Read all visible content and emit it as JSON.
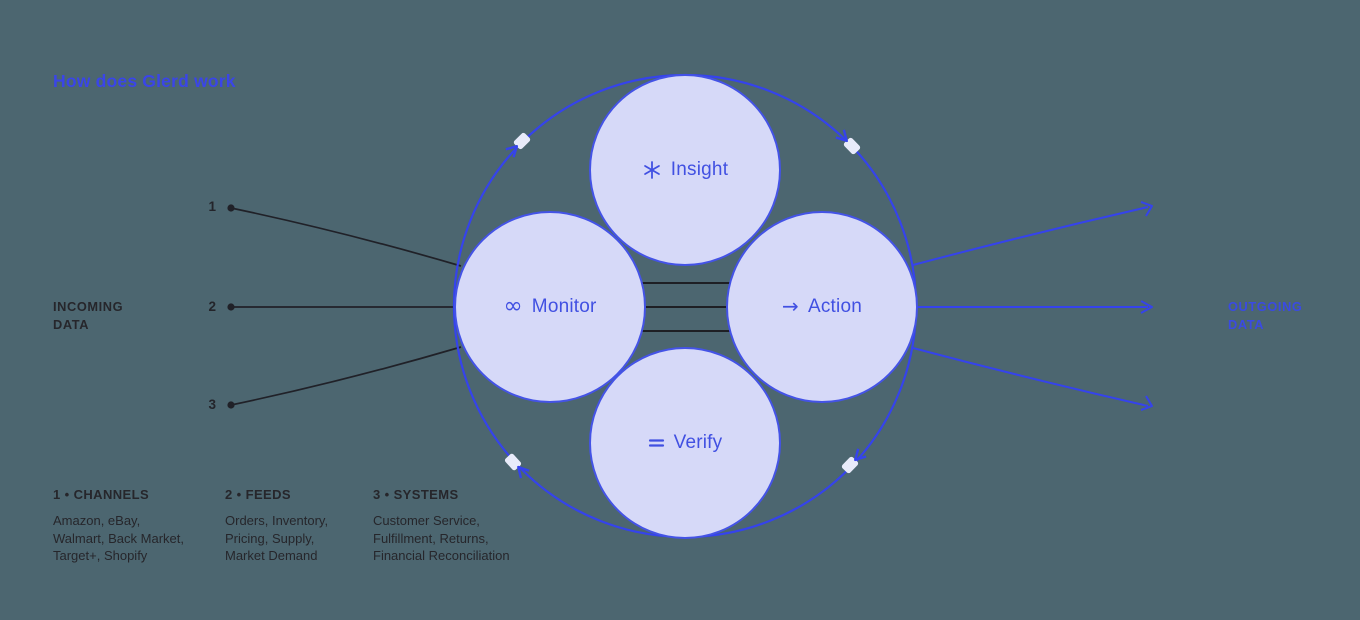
{
  "title": "How does Glerd work",
  "colors": {
    "background": "#4c6670",
    "accent_blue": "#3a45e8",
    "node_fill": "#d6d9f8",
    "node_stroke": "#4453e6",
    "node_text": "#4150e2",
    "dark_line": "#202128",
    "dark_text": "#26262b",
    "marker_fill": "#e8ebfa"
  },
  "incoming": {
    "label_line1": "INCOMING",
    "label_line2": "DATA",
    "sources": [
      {
        "num": "1"
      },
      {
        "num": "2"
      },
      {
        "num": "3"
      }
    ]
  },
  "outgoing": {
    "label_line1": "OUTGOING",
    "label_line2": "DATA"
  },
  "cycle": {
    "direction": "clockwise",
    "nodes": [
      {
        "label": "Insight",
        "icon": "asterisk-icon",
        "position": "top"
      },
      {
        "label": "Monitor",
        "icon": "infinity-icon",
        "glyph": "∞",
        "position": "left"
      },
      {
        "label": "Action",
        "icon": "arrow-right-icon",
        "glyph": "→",
        "position": "right"
      },
      {
        "label": "Verify",
        "icon": "equals-icon",
        "position": "bottom"
      }
    ]
  },
  "legend": {
    "columns": [
      {
        "header": "1 • CHANNELS",
        "lines": [
          "Amazon, eBay,",
          "Walmart, Back Market,",
          "Target+, Shopify"
        ]
      },
      {
        "header": "2 • FEEDS",
        "lines": [
          "Orders, Inventory,",
          "Pricing, Supply,",
          "Market Demand"
        ]
      },
      {
        "header": "3 • SYSTEMS",
        "lines": [
          "Customer Service,",
          "Fulfillment, Returns,",
          "Financial Reconciliation"
        ]
      }
    ]
  }
}
